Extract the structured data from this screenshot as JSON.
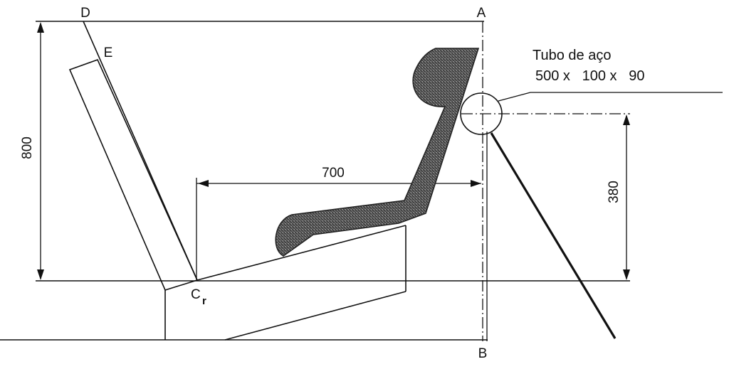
{
  "labels": {
    "point_a": "A",
    "point_b": "B",
    "point_d": "D",
    "point_e": "E",
    "point_c": "C",
    "point_c_sub": "r"
  },
  "dimensions": {
    "height_total": "800",
    "horizontal": "700",
    "tube_height": "380"
  },
  "note": {
    "title": "Tubo de aço",
    "size": "500 x   100 x   90"
  }
}
